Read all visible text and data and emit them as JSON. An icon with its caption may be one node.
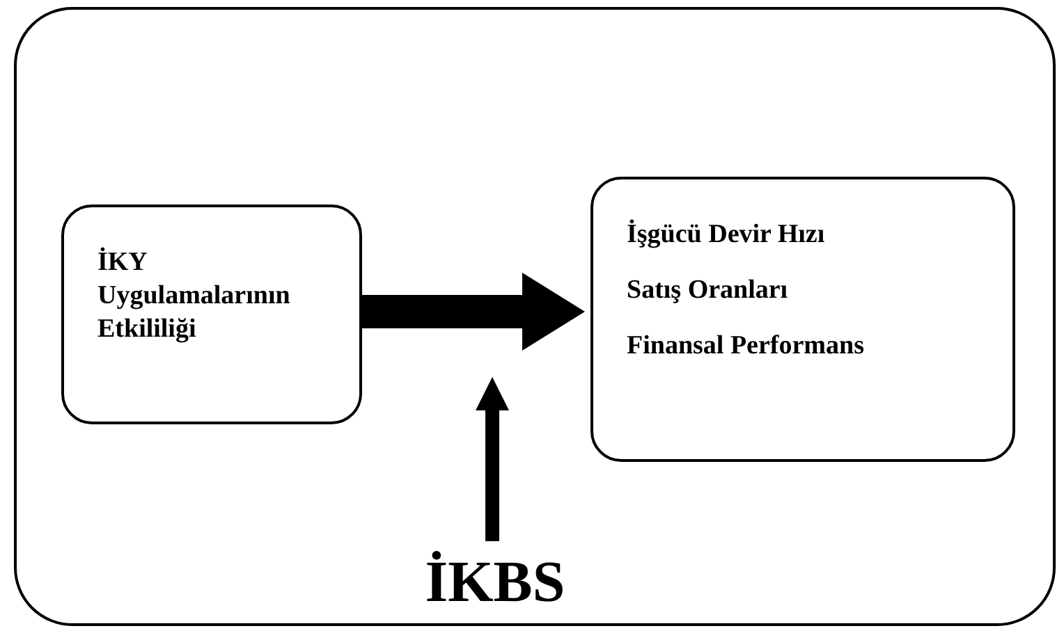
{
  "diagram": {
    "nodes": [
      {
        "text": [],
        "shape": "box"
      },
      {
        "text": [
          "İKY Uygulamalarının Etkililiği"
        ],
        "in": 0
      },
      {
        "text": [
          "İşgücü Devir Hızı",
          "Satış Oranları",
          "Finansal Performans"
        ],
        "in": 0
      },
      {
        "text": [
          "İKBS"
        ],
        "in": 0
      }
    ],
    "edges": [
      {
        "from": 1,
        "to": 2,
        "arrow": "to",
        "style": "thick"
      },
      {
        "from": 3,
        "to": null,
        "arrow": "to"
      }
    ]
  }
}
